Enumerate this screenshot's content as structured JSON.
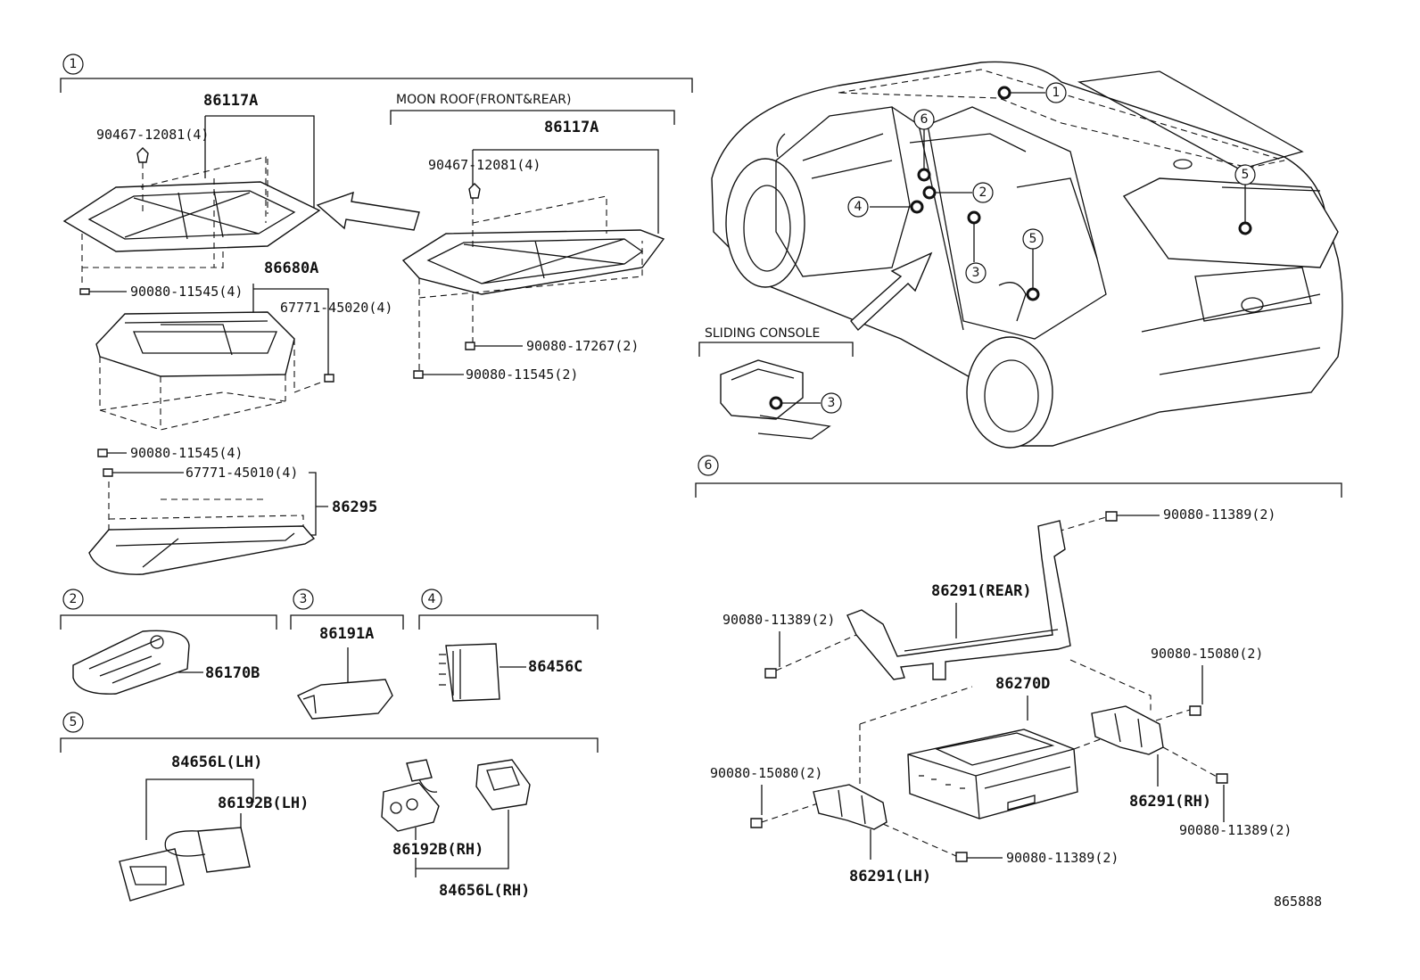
{
  "diagram_id": "865888",
  "groups": [
    {
      "num": "1"
    },
    {
      "num": "2"
    },
    {
      "num": "3"
    },
    {
      "num": "4"
    },
    {
      "num": "5"
    },
    {
      "num": "6"
    }
  ],
  "subheads": {
    "moon_roof": "MOON ROOF(FRONT&REAR)",
    "sliding_console": "SLIDING CONSOLE"
  },
  "labels": {
    "p86117A_a": "86117A",
    "p90467_a": "90467-12081(4)",
    "p90080_11545_4a": "90080-11545(4)",
    "p86680A": "86680A",
    "p67771_45020": "67771-45020(4)",
    "p90080_11545_4b": "90080-11545(4)",
    "p67771_45010": "67771-45010(4)",
    "p86295": "86295",
    "p86117A_b": "86117A",
    "p90467_b": "90467-12081(4)",
    "p90080_17267": "90080-17267(2)",
    "p90080_11545_2": "90080-11545(2)",
    "p86170B": "86170B",
    "p86191A": "86191A",
    "p86456C": "86456C",
    "p84656L_LH": "84656L(LH)",
    "p86192B_LH": "86192B(LH)",
    "p86192B_RH": "86192B(RH)",
    "p84656L_RH": "84656L(RH)",
    "p90080_11389_a": "90080-11389(2)",
    "p86291_REAR": "86291(REAR)",
    "p90080_11389_b": "90080-11389(2)",
    "p90080_15080_a": "90080-15080(2)",
    "p86270D": "86270D",
    "p90080_15080_b": "90080-15080(2)",
    "p86291_RH": "86291(RH)",
    "p90080_11389_c": "90080-11389(2)",
    "p90080_11389_d": "90080-11389(2)",
    "p86291_LH": "86291(LH)"
  },
  "vehicle_callouts": [
    "1",
    "2",
    "3",
    "4",
    "5",
    "5",
    "6"
  ]
}
